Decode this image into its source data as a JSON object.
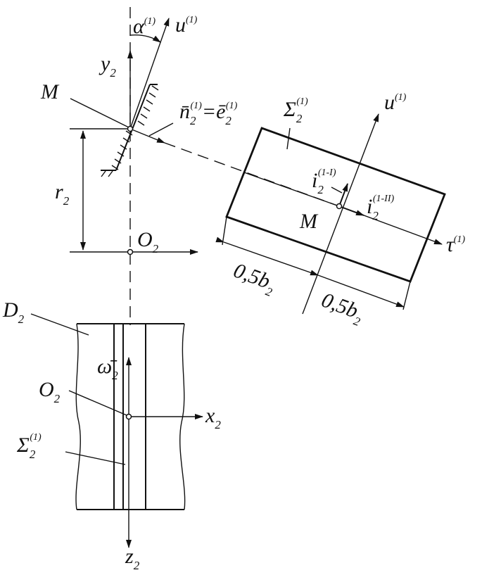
{
  "labels": {
    "alpha": "α",
    "alpha_sup": "(1)",
    "u_top": "u",
    "u_top_sup": "(1)",
    "y2": "y",
    "y2_sub": "2",
    "M_left": "M",
    "n_vec": "n̄",
    "n_sub": "2",
    "n_sup": "(1)",
    "eq": "=",
    "e_vec": "ē",
    "e_sub": "2",
    "e_sup": "(1)",
    "sigma_top": "Σ",
    "sigma_top_sub": "2",
    "sigma_top_sup": "(1)",
    "u_right": "u",
    "u_right_sup": "(1)",
    "i_1": "i",
    "i_1_sub": "2",
    "i_1_sup": "(1-I)",
    "i_2": "i",
    "i_2_sub": "2",
    "i_2_sup": "(1-II)",
    "M_right": "M",
    "tau": "τ",
    "tau_sup": "(1)",
    "r2": "r",
    "r2_sub": "2",
    "O2_top": "O",
    "O2_top_sub": "2",
    "dim_left": "0,5b",
    "dim_left_sub": "2",
    "dim_right": "0,5b",
    "dim_right_sub": "2",
    "D2": "D",
    "D2_sub": "2",
    "omega": "ω̄",
    "omega_sub": "2",
    "O2_bottom": "O",
    "O2_bottom_sub": "2",
    "x2": "x",
    "x2_sub": "2",
    "sigma_bottom": "Σ",
    "sigma_bottom_sub": "2",
    "sigma_bottom_sup": "(1)",
    "z2": "z",
    "z2_sub": "2"
  }
}
